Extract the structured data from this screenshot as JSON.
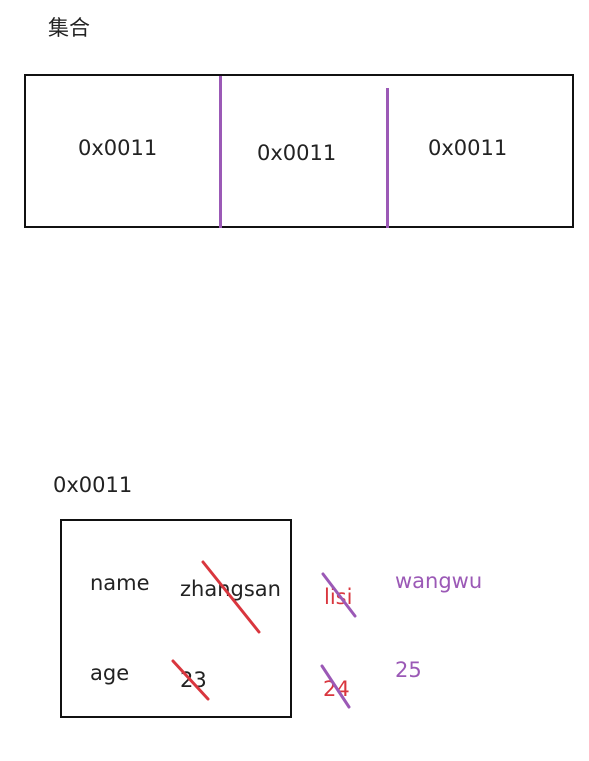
{
  "title": "集合",
  "collection": {
    "slots": [
      "0x0011",
      "0x0011",
      "0x0011"
    ]
  },
  "object": {
    "address": "0x0011",
    "fields": {
      "name": {
        "key": "name",
        "values": [
          "zhangsan",
          "lisi",
          "wangwu"
        ]
      },
      "age": {
        "key": "age",
        "values": [
          "23",
          "24",
          "25"
        ]
      }
    }
  },
  "colors": {
    "border": "#111111",
    "purple": "#9b59b6",
    "red_strike": "#d9363e",
    "text": "#222222"
  }
}
